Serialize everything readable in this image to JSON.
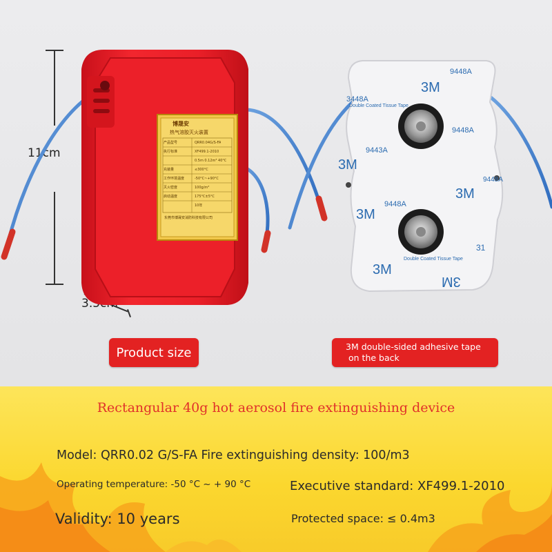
{
  "dimensions": {
    "height": "11cm",
    "depth": "3.5cm"
  },
  "device": {
    "brand": "博晟安",
    "name": "热气溶胶灭火装置",
    "table_rows": [
      [
        "产品型号",
        "QRR0.04G/S-FA"
      ],
      [
        "执行标准",
        "XF499.1-2010"
      ],
      [
        "",
        "0.5m 0.12m³ 40°C"
      ],
      [
        "充装量",
        "≤300°C"
      ],
      [
        "工作环境温度",
        "-50°C~+90°C"
      ],
      [
        "灭火密度",
        "100g/m³"
      ],
      [
        "启动温度",
        "175°C±5°C"
      ],
      [
        "",
        "10年"
      ]
    ],
    "maker": "东莞市博晟安消防科技有限公司"
  },
  "tape_texts": [
    "3M",
    "9448A",
    "Double Coated Tissue Tape",
    "3448A",
    "9443A",
    "31"
  ],
  "labels": {
    "product_size": "Product size",
    "tape_line1": "3M double-sided adhesive tape",
    "tape_line2": "on the back"
  },
  "specs": {
    "headline": "Rectangular 40g hot aerosol fire extinguishing device",
    "model_line": "Model: QRR0.02 G/S-FA Fire extinguishing density: 100/m3",
    "operating_temp": "Operating temperature: -50 °C ~ + 90 °C",
    "executive_standard": "Executive standard: XF499.1-2010",
    "validity": "Validity: 10 years",
    "protected_space": "Protected space: ≤ 0.4m3"
  },
  "colors": {
    "device_red": "#e8202a",
    "label_gold": "#f2c84a",
    "label_red": "#e32222",
    "headline_red": "#e0302a",
    "banner_yellow": "#fbd72e"
  }
}
